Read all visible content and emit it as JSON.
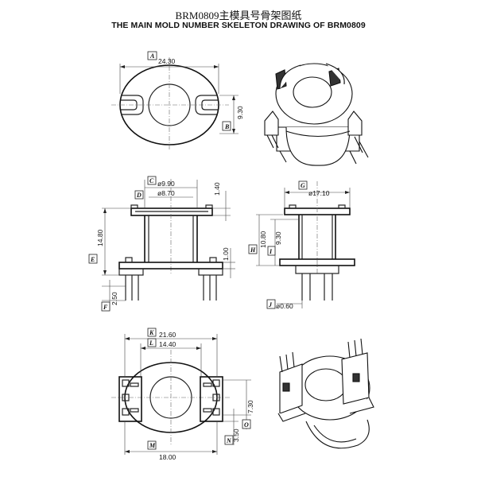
{
  "title": {
    "cn": "BRM0809主模具号骨架图纸",
    "en": "THE MAIN MOLD NUMBER SKELETON DRAWING OF BRM0809"
  },
  "dimensions": {
    "A": {
      "letter": "A",
      "value": "24.30"
    },
    "B": {
      "letter": "B",
      "value": "9.30"
    },
    "C": {
      "letter": "C",
      "value": "ø9.90"
    },
    "D": {
      "letter": "D",
      "value": "ø8.70"
    },
    "top_thk": {
      "value": "1.40"
    },
    "E": {
      "letter": "E",
      "value": "14.80"
    },
    "base_thk": {
      "value": "1.00"
    },
    "F": {
      "letter": "F",
      "value": "2.50"
    },
    "G": {
      "letter": "G",
      "value": "ø17.10"
    },
    "H": {
      "letter": "H",
      "value": "10.80"
    },
    "I": {
      "letter": "I",
      "value": "9.30"
    },
    "J": {
      "letter": "J",
      "value": "ø0.60"
    },
    "K": {
      "letter": "K",
      "value": "21.60"
    },
    "L": {
      "letter": "L",
      "value": "14.40"
    },
    "O": {
      "letter": "O",
      "value": "7.30"
    },
    "N": {
      "letter": "N",
      "value": "3.50"
    },
    "M": {
      "letter": "M",
      "value": "18.00"
    }
  }
}
